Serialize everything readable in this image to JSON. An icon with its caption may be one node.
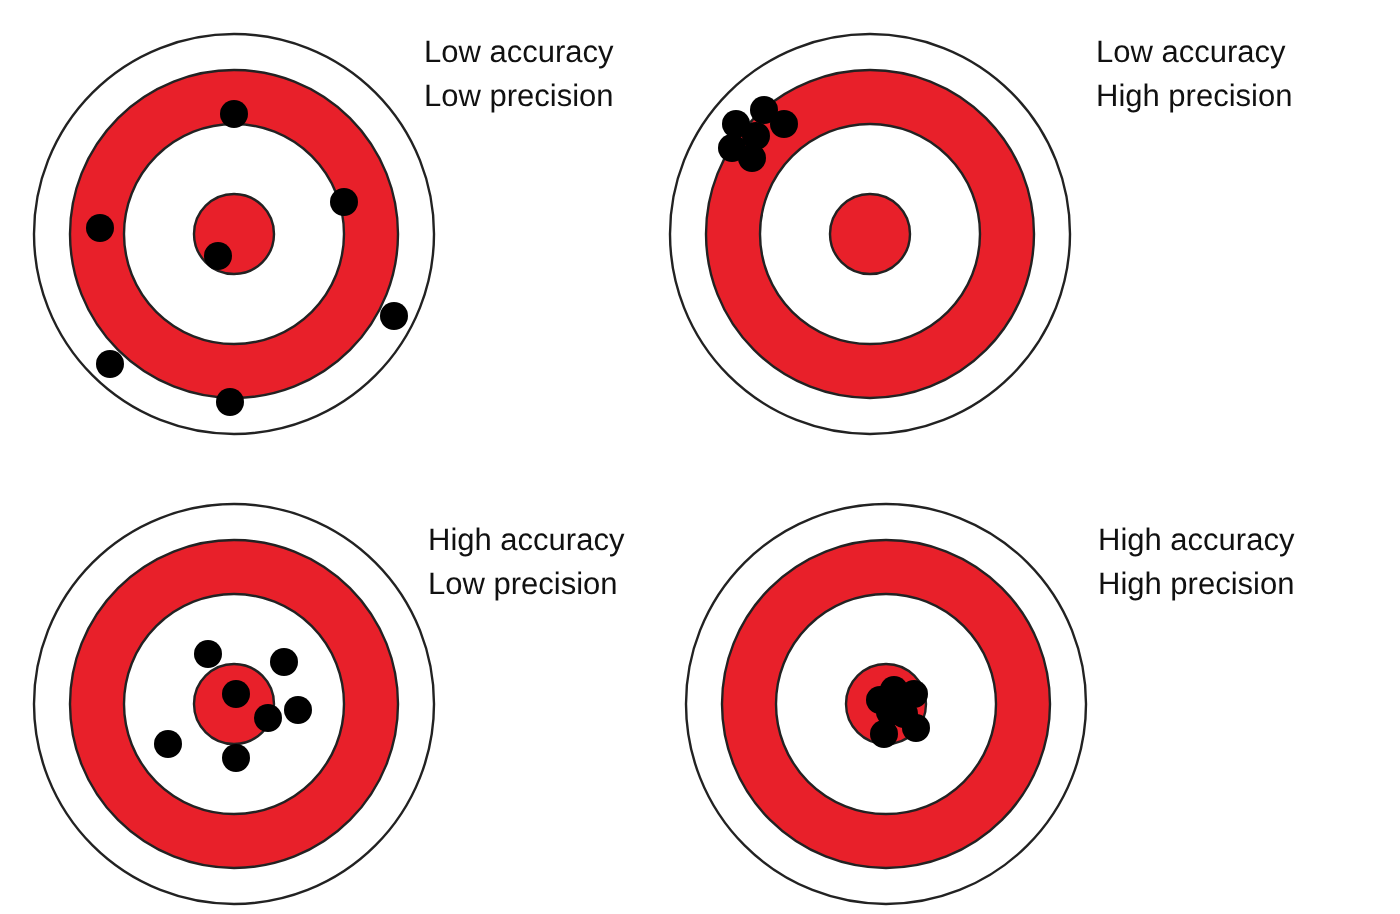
{
  "diagram": {
    "labels": [
      "Low accuracy",
      "Low precision",
      "Low accuracy",
      "High precision",
      "High accuracy",
      "Low precision",
      "High accuracy",
      "High precision"
    ]
  }
}
